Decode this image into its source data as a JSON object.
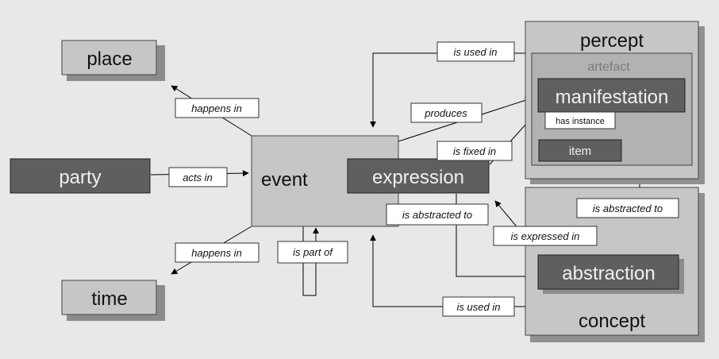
{
  "nodes": {
    "place": "place",
    "party": "party",
    "time": "time",
    "event": "event",
    "expression": "expression",
    "percept": "percept",
    "artefact": "artefact",
    "manifestation": "manifestation",
    "item": "item",
    "abstraction": "abstraction",
    "concept": "concept"
  },
  "relations": {
    "happens_in_top": "happens in",
    "acts_in": "acts in",
    "happens_in_bottom": "happens in",
    "is_part_of": "is part of",
    "is_used_in_top": "is used in",
    "produces": "produces",
    "is_fixed_in": "is fixed in",
    "has_instance": "has instance",
    "is_abstracted_to_center": "is abstracted to",
    "is_abstracted_to_right": "is abstracted to",
    "is_expressed_in": "is expressed in",
    "is_used_in_bottom": "is used in"
  }
}
